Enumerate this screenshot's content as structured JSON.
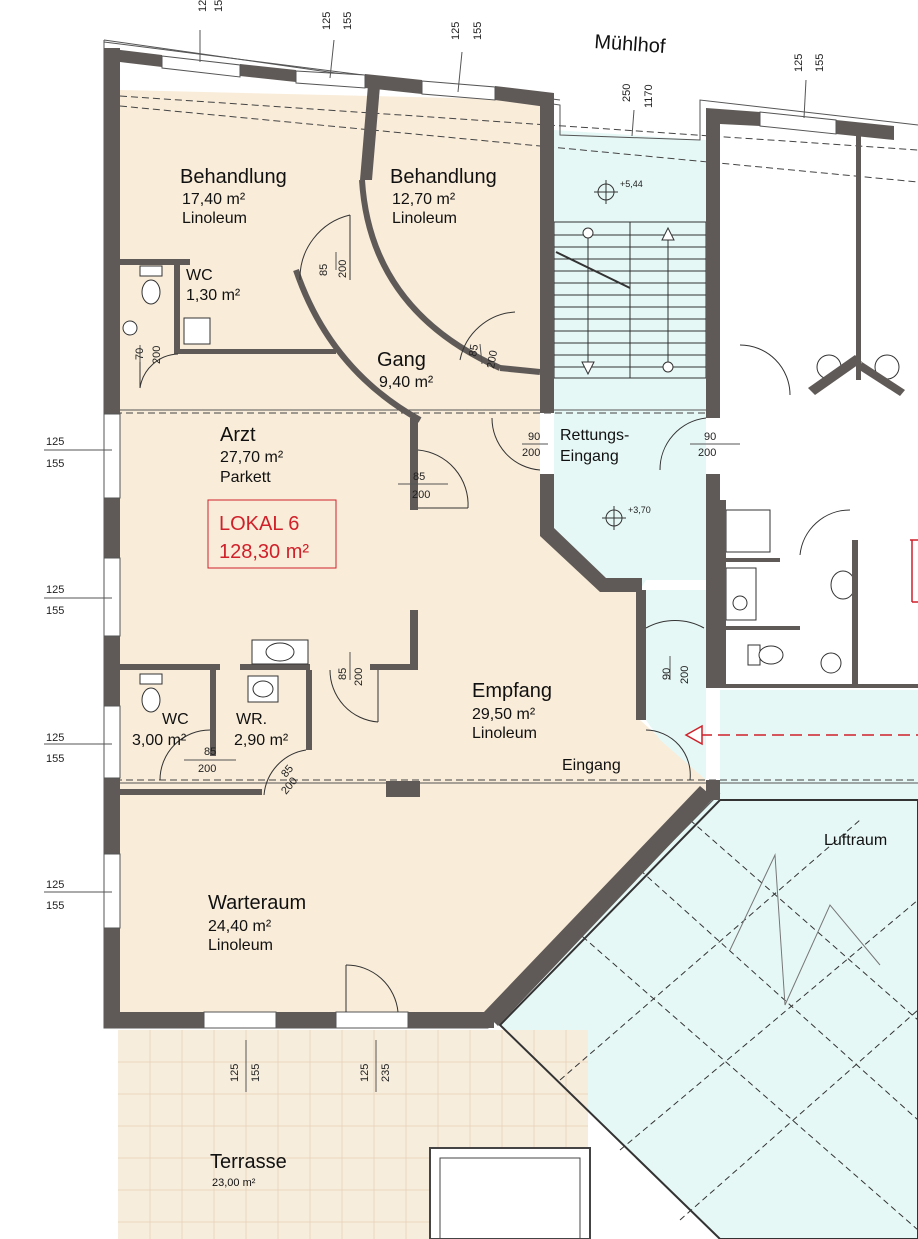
{
  "street": "Mühlhof",
  "unit": {
    "name": "LOKAL  6",
    "area": "128,30 m²",
    "color": "#d0202a"
  },
  "colors": {
    "floor": "#f9ecd9",
    "stair": "#e6f8f6",
    "wall": "#5f5a57",
    "terrace": "#f7eddd"
  },
  "rooms": {
    "behandlung1": {
      "name": "Behandlung",
      "area": "17,40 m²",
      "floor": "Linoleum"
    },
    "behandlung2": {
      "name": "Behandlung",
      "area": "12,70 m²",
      "floor": "Linoleum"
    },
    "wc1": {
      "name": "WC",
      "area": "1,30 m²"
    },
    "gang": {
      "name": "Gang",
      "area": "9,40 m²"
    },
    "arzt": {
      "name": "Arzt",
      "area": "27,70 m²",
      "floor": "Parkett"
    },
    "wc2": {
      "name": "WC",
      "area": "3,00 m²"
    },
    "wr": {
      "name": "WR.",
      "area": "2,90 m²"
    },
    "empfang": {
      "name": "Empfang",
      "area": "29,50 m²",
      "floor": "Linoleum"
    },
    "warteraum": {
      "name": "Warteraum",
      "area": "24,40 m²",
      "floor": "Linoleum"
    },
    "terrasse": {
      "name": "Terrasse",
      "area": "23,00 m²"
    }
  },
  "labels": {
    "rettung1": "Rettungs-",
    "rettung2": "Eingang",
    "eingang": "Eingang",
    "luftraum": "Luftraum",
    "level1": "+5,44",
    "level2": "+3,70"
  },
  "dims": {
    "d125": "125",
    "d155": "155",
    "d250": "250",
    "d1170": "1170",
    "d235": "235",
    "d85": "85",
    "d90": "90",
    "d70": "70",
    "d200": "200"
  }
}
